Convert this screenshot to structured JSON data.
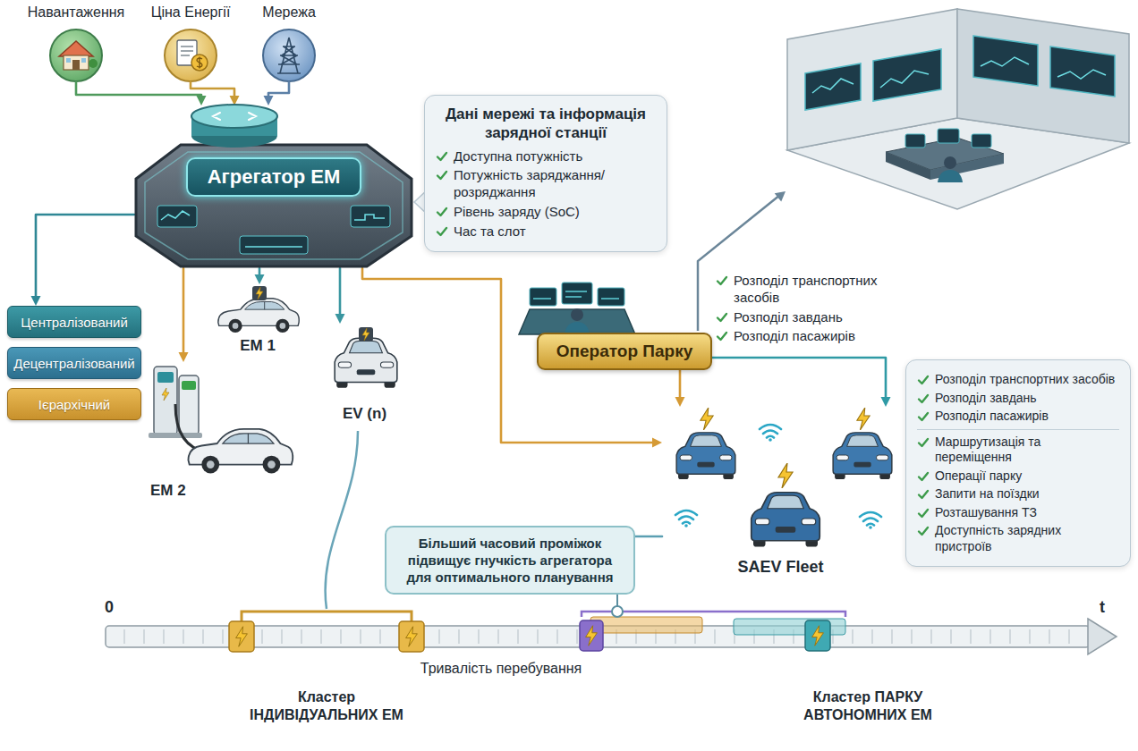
{
  "diagram": {
    "nodes": [
      {
        "text": [
          "Навантаження"
        ]
      },
      {
        "text": [
          "Ціна Енергії"
        ]
      },
      {
        "text": [
          "Мережа"
        ]
      },
      {
        "text": [
          "Агрегатор ЕМ"
        ]
      },
      {
        "text": [
          "Дані мережі та інформація зарядної станції",
          "Доступна потужність",
          "Потужність заряджання/ розряджання",
          "Рівень заряду (SoC)",
          "Час та слот"
        ]
      },
      {
        "text": [
          "Централізований"
        ]
      },
      {
        "text": [
          "Децентралізований"
        ]
      },
      {
        "text": [
          "Ієрархічний"
        ]
      },
      {
        "text": [
          "ЕМ 1"
        ]
      },
      {
        "text": [
          "ЕМ 2"
        ]
      },
      {
        "text": [
          "EV (n)"
        ]
      },
      {
        "text": [
          "Оператор Парку"
        ]
      },
      {
        "text": [
          "Розподіл транспортних засобів",
          "Розподіл завдань",
          "Розподіл пасажирів",
          "Маршрутизація та переміщення",
          "Операції парку",
          "Запити на поїздки",
          "Розташування ТЗ",
          "Доступність зарядних пристроїв"
        ]
      },
      {
        "text": [
          "SAEV Fleet"
        ]
      },
      {
        "text": [
          "Більший часовий проміжок підвищує гнучкість агрегатора для оптимального планування"
        ]
      }
    ],
    "edges": [
      {
        "from": 0,
        "to": 3,
        "arrow": "to"
      },
      {
        "from": 1,
        "to": 3,
        "arrow": "to"
      },
      {
        "from": 2,
        "to": 3,
        "arrow": "to"
      },
      {
        "from": 3,
        "to": 5,
        "arrow": "to"
      },
      {
        "from": 3,
        "to": 9,
        "arrow": "to"
      },
      {
        "from": 3,
        "to": 8,
        "arrow": "to"
      },
      {
        "from": 3,
        "to": 10,
        "arrow": "to"
      },
      {
        "from": 3,
        "to": 13,
        "arrow": "to"
      },
      {
        "from": 11,
        "to": 13,
        "arrow": "to"
      },
      {
        "from": 11,
        "to": 13,
        "arrow": "to"
      },
      {
        "from": 13,
        "to": 14,
        "arrow": "none"
      }
    ],
    "labels": [
      "Розподіл транспортних засобів",
      "Розподіл завдань",
      "Розподіл пасажирів",
      "0",
      "t",
      "Тривалість перебування",
      "Кластер ІНДИВІДУАЛЬНИХ ЕМ",
      "Кластер ПАРКУ АВТОНОМНИХ ЕМ"
    ]
  }
}
